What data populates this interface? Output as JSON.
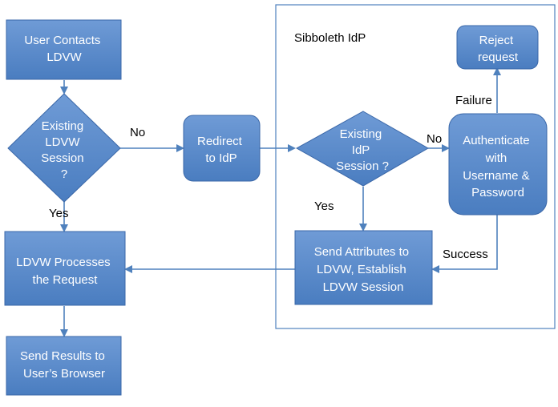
{
  "colors": {
    "node_fill": "#4f81bd",
    "node_fill_light": "#6f9bd6",
    "node_stroke": "#3a67a8",
    "edge": "#4f81bd",
    "region_border": "#4f81bd"
  },
  "region": {
    "label": "Sibboleth IdP"
  },
  "nodes": {
    "user_contacts": {
      "lines": [
        "User Contacts",
        "LDVW"
      ]
    },
    "existing_ldvw": {
      "lines": [
        "Existing",
        "LDVW",
        "Session",
        "?"
      ]
    },
    "redirect": {
      "lines": [
        "Redirect",
        "to IdP"
      ]
    },
    "existing_idp": {
      "lines": [
        "Existing",
        "IdP",
        "Session ?"
      ]
    },
    "authenticate": {
      "lines": [
        "Authenticate",
        "with",
        "Username &",
        "Password"
      ]
    },
    "reject": {
      "lines": [
        "Reject",
        "request"
      ]
    },
    "send_attrs": {
      "lines": [
        "Send Attributes to",
        "LDVW, Establish",
        "LDVW Session"
      ]
    },
    "processes": {
      "lines": [
        "LDVW Processes",
        "the Request"
      ]
    },
    "send_results": {
      "lines": [
        "Send Results to",
        "User’s Browser"
      ]
    }
  },
  "edges": {
    "no1": "No",
    "yes1": "Yes",
    "no2": "No",
    "yes2": "Yes",
    "failure": "Failure",
    "success": "Success"
  }
}
